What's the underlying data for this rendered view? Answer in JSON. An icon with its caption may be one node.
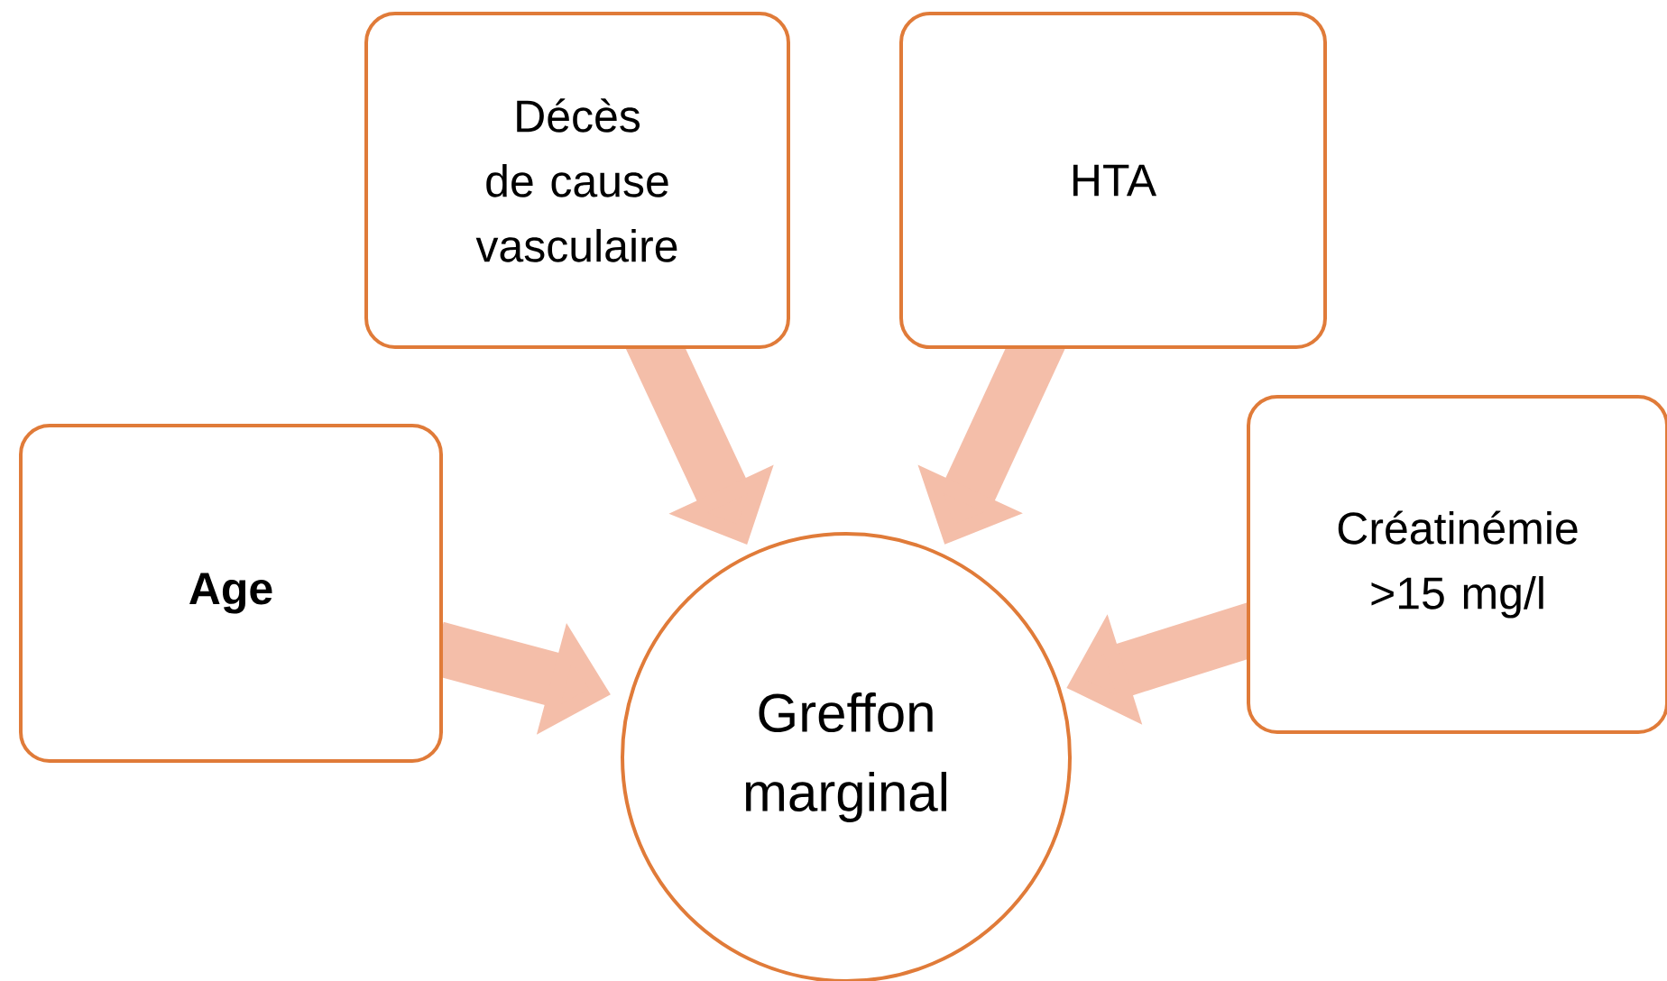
{
  "diagram": {
    "nodes": [
      {
        "text": [
          "Décès de cause vasculaire"
        ]
      },
      {
        "text": [
          "HTA"
        ]
      },
      {
        "text": [
          "Créatinémie >15 mg/l"
        ]
      },
      {
        "text": [
          "Age"
        ]
      },
      {
        "text": [
          "Greffon marginal"
        ]
      }
    ],
    "edges": [
      {
        "from": 0,
        "to": 4,
        "arrow": "to"
      },
      {
        "from": 1,
        "to": 4,
        "arrow": "to"
      },
      {
        "from": 2,
        "to": 4,
        "arrow": "to"
      },
      {
        "from": 3,
        "to": 4,
        "arrow": "to"
      }
    ]
  }
}
